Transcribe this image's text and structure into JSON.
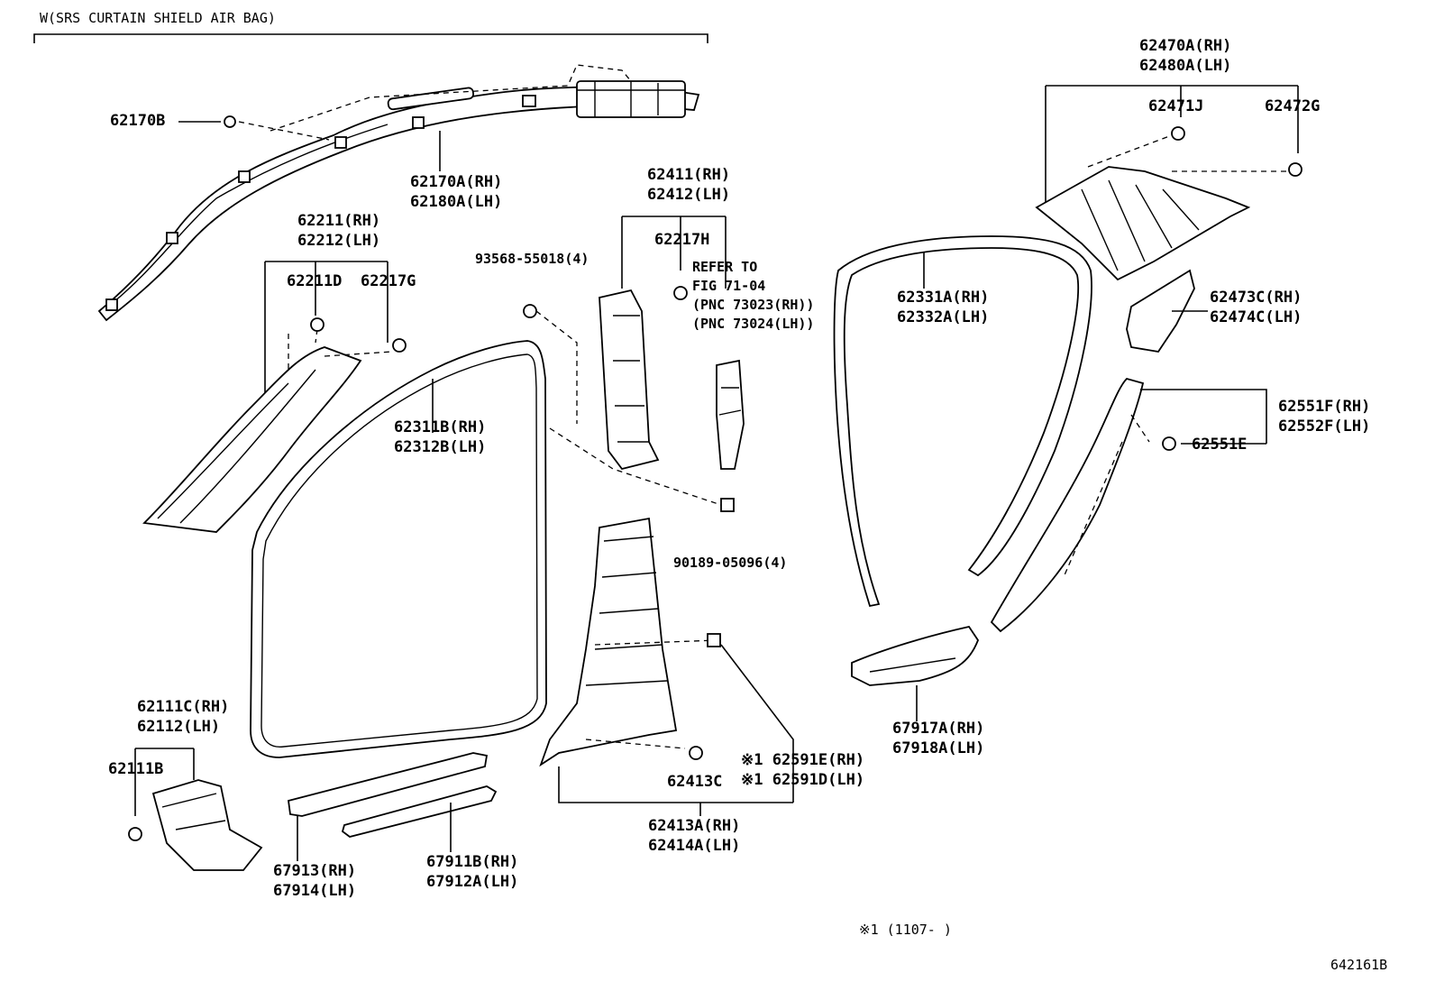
{
  "header": {
    "variant": "W(SRS CURTAIN SHIELD AIR BAG)"
  },
  "labels": {
    "l_62170B": "62170B",
    "l_62170A": [
      "62170A(RH)",
      "62180A(LH)"
    ],
    "l_62211": [
      "62211(RH)",
      "62212(LH)"
    ],
    "l_62211D": "62211D",
    "l_62217G": "62217G",
    "l_93568": "93568-55018(4)",
    "l_62411": [
      "62411(RH)",
      "62412(LH)"
    ],
    "l_62217H": "62217H",
    "l_refer": [
      "REFER TO",
      "FIG 71-04",
      "(PNC 73023(RH))",
      "(PNC 73024(LH))"
    ],
    "l_62311B": [
      "62311B(RH)",
      "62312B(LH)"
    ],
    "l_90189": "90189-05096(4)",
    "l_62331A": [
      "62331A(RH)",
      "62332A(LH)"
    ],
    "l_62470A": [
      "62470A(RH)",
      "62480A(LH)"
    ],
    "l_62471J": "62471J",
    "l_62472G": "62472G",
    "l_62473C": [
      "62473C(RH)",
      "62474C(LH)"
    ],
    "l_62551F": [
      "62551F(RH)",
      "62552F(LH)"
    ],
    "l_62551E": "62551E",
    "l_62111C": [
      "62111C(RH)",
      "62112(LH)"
    ],
    "l_62111B": "62111B",
    "l_67913": [
      "67913(RH)",
      "67914(LH)"
    ],
    "l_67911B": [
      "67911B(RH)",
      "67912A(LH)"
    ],
    "l_62413C": "62413C",
    "l_62591": [
      "※1 62591E(RH)",
      "※1 62591D(LH)"
    ],
    "l_62413A": [
      "62413A(RH)",
      "62414A(LH)"
    ],
    "l_67917A": [
      "67917A(RH)",
      "67918A(LH)"
    ]
  },
  "footnote": "※1 (1107-     )",
  "figure_id": "642161B",
  "colors": {
    "ink": "#000000",
    "paper": "#ffffff"
  }
}
